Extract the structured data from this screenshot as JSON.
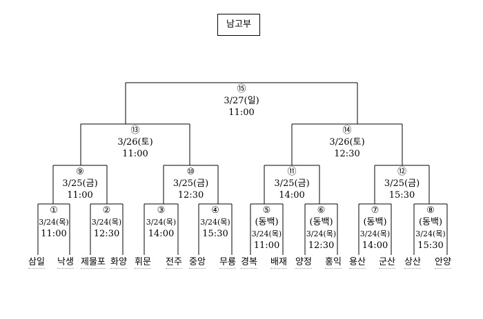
{
  "title": "남고부",
  "matches": [
    {
      "no": "①",
      "venue": "",
      "date": "3/24(목)",
      "time": "11:00"
    },
    {
      "no": "②",
      "venue": "",
      "date": "3/24(목)",
      "time": "12:30"
    },
    {
      "no": "③",
      "venue": "",
      "date": "3/24(목)",
      "time": "14:00"
    },
    {
      "no": "④",
      "venue": "",
      "date": "3/24(목)",
      "time": "15:30"
    },
    {
      "no": "⑤",
      "venue": "(동백)",
      "date": "3/24(목)",
      "time": "11:00"
    },
    {
      "no": "⑥",
      "venue": "(동백)",
      "date": "3/24(목)",
      "time": "12:30"
    },
    {
      "no": "⑦",
      "venue": "(동백)",
      "date": "3/24(목)",
      "time": "14:00"
    },
    {
      "no": "⑧",
      "venue": "(동백)",
      "date": "3/24(목)",
      "time": "15:30"
    },
    {
      "no": "⑨",
      "date": "3/25(금)",
      "time": "11:00"
    },
    {
      "no": "⑩",
      "date": "3/25(금)",
      "time": "12:30"
    },
    {
      "no": "⑪",
      "date": "3/25(금)",
      "time": "14:00"
    },
    {
      "no": "⑫",
      "date": "3/25(금)",
      "time": "15:30"
    },
    {
      "no": "⑬",
      "date": "3/26(토)",
      "time": "11:00"
    },
    {
      "no": "⑭",
      "date": "3/26(토)",
      "time": "12:30"
    },
    {
      "no": "⑮",
      "date": "3/27(일)",
      "time": "11:00"
    }
  ],
  "teams": [
    "삼일",
    "낙생",
    "제물포",
    "화양",
    "휘문",
    "전주",
    "중앙",
    "무룡",
    "경복",
    "배재",
    "양정",
    "홍익",
    "용산",
    "군산",
    "상산",
    "안양"
  ]
}
